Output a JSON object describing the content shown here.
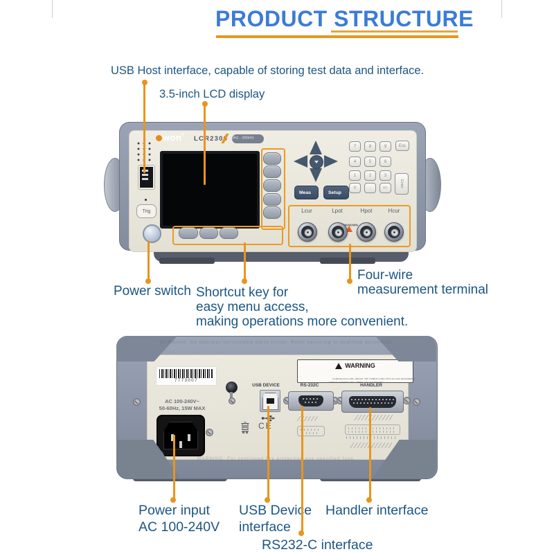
{
  "page": {
    "title": "PRODUCT STRUCTURE"
  },
  "colors": {
    "title_blue": "#3B7CD5",
    "label_blue": "#1C5583",
    "accent_orange": "#E8951D",
    "body_gray": "#8E97A8",
    "panel_cream": "#EBE8DF",
    "warning_triangle_orange": "#E2601C"
  },
  "icons": {
    "usb": "usb-trident-icon",
    "weee": "crossed-out-bin-icon",
    "warning": "warning-triangle-icon",
    "brand_dot": "owon-logo-dot"
  },
  "front": {
    "callouts": {
      "usb_host": "USB Host interface, capable of storing test data and interface.",
      "lcd": "3.5-inch LCD display",
      "power_switch": "Power switch",
      "shortcut_line1": "Shortcut key for",
      "shortcut_line2": "easy menu access,",
      "shortcut_line3": "making operations more convenient.",
      "four_wire_line1": "Four-wire",
      "four_wire_line2": "measurement terminal"
    },
    "device": {
      "brand": "won",
      "brand_reg": "®",
      "model": "LCR2300",
      "freq_badge": "10Hz - 300kHz",
      "trig_button": "Trig",
      "meas_button": "Meas",
      "setup_button": "Setup",
      "esc_key": "Esc",
      "enter_key": "Enter",
      "keypad": [
        "7",
        "8",
        "9",
        "4",
        "5",
        "6",
        "1",
        "2",
        "3",
        "0",
        ".",
        "+/-"
      ],
      "terminals": [
        "Lcur",
        "Lpot",
        "Hpot",
        "Hcur"
      ],
      "unknown_label": "UNKNOWN"
    }
  },
  "back": {
    "callouts": {
      "power_line1": "Power input",
      "power_line2": "AC 100-240V",
      "usb_line1": "USB Device",
      "usb_line2": "interface",
      "rs232": "RS232-C interface",
      "handler": "Handler interface"
    },
    "device": {
      "serial": "7773007",
      "ac_line1": "AC 100-240V~",
      "ac_line2": "50-60Hz, 15W MAX",
      "usb_label": "USB DEVICE",
      "rs232_label": "RS-232C",
      "handler_label": "HANDLER",
      "warning_title": "WARNING",
      "warning_line1": "TO AVOID ELECTRIC SHOCK THE POWER CORD PROTECTIVE GROUNDING",
      "warning_line2": "CONDUCTOR MUST BE CONNECTED TO GROUND",
      "ce_mark": "CE",
      "embossed_top": "WARNING: No operator serviceable parts inside. Refer servicing to qualified personnel.",
      "embossed_bottom": "WARNING: For continued fire protection use specified fuse."
    }
  }
}
